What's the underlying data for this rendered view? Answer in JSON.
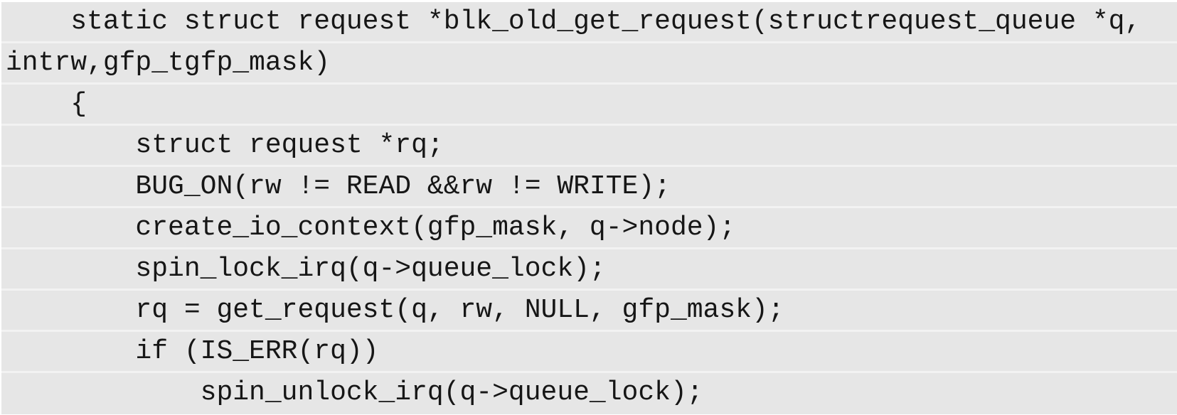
{
  "document": {
    "type": "code-excerpt",
    "language_hint": "C",
    "function_name": "blk_old_get_request"
  },
  "colors": {
    "page_background": "#ffffff",
    "row_background": "#e6e6e6",
    "row_separator": "#f2f2f2",
    "text": "#161616"
  },
  "code": {
    "lines": [
      "    static struct request *blk_old_get_request(structrequest_queue *q,",
      "intrw,gfp_tgfp_mask)",
      "    {",
      "        struct request *rq;",
      "        BUG_ON(rw != READ &&rw != WRITE);",
      "        create_io_context(gfp_mask, q->node);",
      "        spin_lock_irq(q->queue_lock);",
      "        rq = get_request(q, rw, NULL, gfp_mask);",
      "        if (IS_ERR(rq))",
      "            spin_unlock_irq(q->queue_lock);"
    ]
  }
}
